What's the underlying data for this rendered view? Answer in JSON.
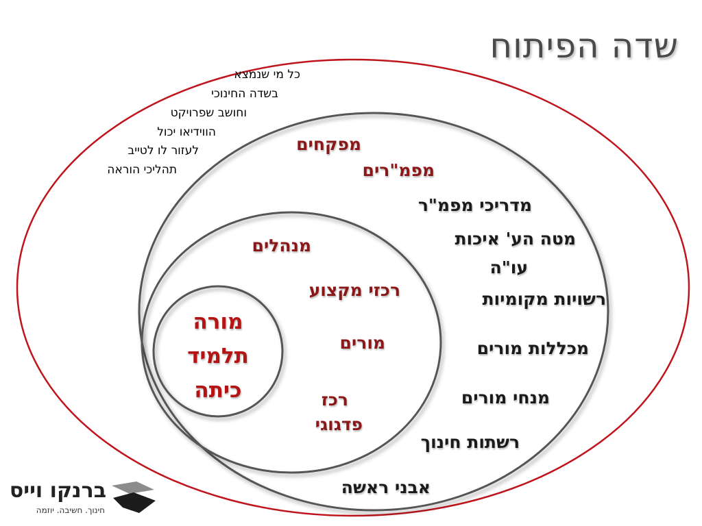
{
  "title": "שדה הפיתוח",
  "intro_note": [
    "כל  מי שנמצא",
    "בשדה החינוכי",
    "וחושב שפרויקט",
    "הווידיאו יכול",
    "לעזור לו לטייב",
    "תהליכי הוראה"
  ],
  "outer_ring": {
    "labels": [
      "מפקחים",
      "מפמ\"רים",
      "מדריכי מפמ\"ר",
      "מטה הע' איכות",
      "עו\"ה",
      "רשויות מקומיות",
      "מכללות מורים",
      "מנחי מורים",
      "רשתות חינוך",
      "אבני ראשה"
    ]
  },
  "middle_ring": {
    "labels": [
      "מנהלים",
      "רכזי מקצוע",
      "מורים",
      "רכז",
      "פדגוגי"
    ]
  },
  "core": {
    "lines": [
      "מורה",
      "תלמיד",
      "כיתה"
    ]
  },
  "logo": {
    "name": "ברנקו וייס",
    "tagline": "חינוך. חשיבה. יוזמה"
  },
  "colors": {
    "outer_circle": "#c0141c",
    "inner_circles": "#555555",
    "dark_label": "#1a1a1a",
    "red_label": "#8a1818",
    "core_label": "#b51414"
  }
}
